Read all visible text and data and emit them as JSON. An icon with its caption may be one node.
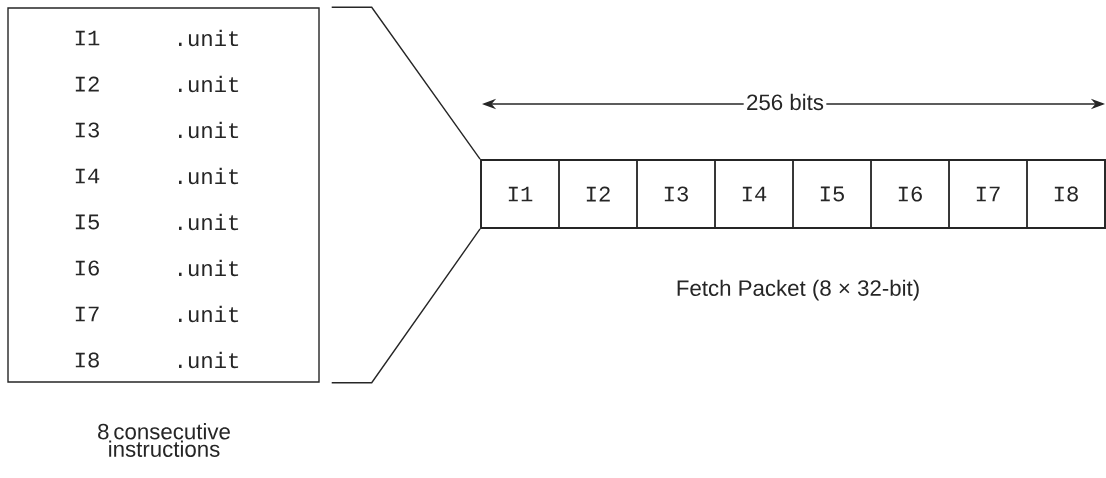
{
  "diagram": {
    "nodes": [
      {
        "text": [
          "I1",
          ".unit",
          "I2",
          ".unit",
          "I3",
          ".unit",
          "I4",
          ".unit",
          "I5",
          ".unit",
          "I6",
          ".unit",
          "I7",
          ".unit",
          "I8",
          ".unit"
        ],
        "beside": [
          "8 consecutive instructions"
        ]
      },
      {
        "text": [],
        "shape": "box",
        "beside": [
          "Fetch Packet (8 × 32-bit)"
        ]
      },
      {
        "text": [
          "I1"
        ],
        "in": 1
      },
      {
        "text": [
          "I2"
        ],
        "in": 1
      },
      {
        "text": [
          "I3"
        ],
        "in": 1
      },
      {
        "text": [
          "I4"
        ],
        "in": 1
      },
      {
        "text": [
          "I5"
        ],
        "in": 1
      },
      {
        "text": [
          "I6"
        ],
        "in": 1
      },
      {
        "text": [
          "I7"
        ],
        "in": 1
      },
      {
        "text": [
          "I8"
        ],
        "in": 1
      }
    ],
    "edges": [
      {
        "from": 0,
        "to": 1,
        "arrow": "none"
      },
      {
        "from": 0,
        "to": 1,
        "arrow": "none"
      }
    ],
    "labels": [
      "256 bits"
    ]
  }
}
